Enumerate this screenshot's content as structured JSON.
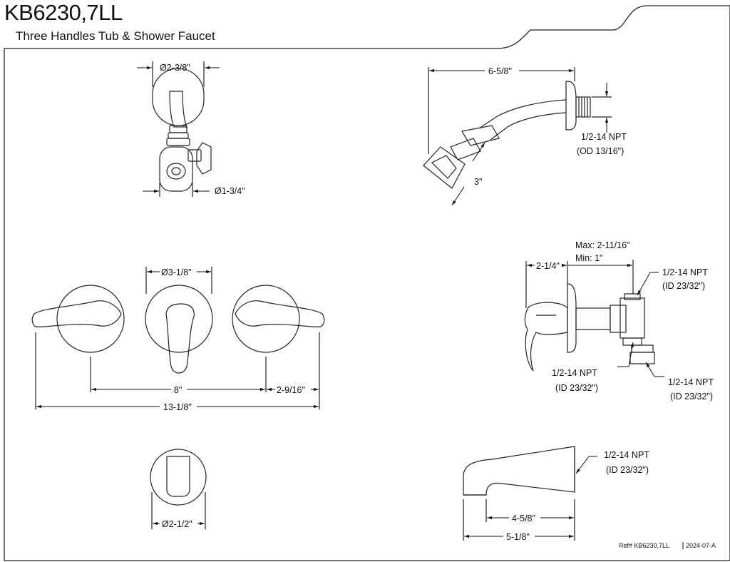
{
  "header": {
    "title": "KB6230,7LL",
    "subtitle": "Three Handles Tub & Shower Faucet"
  },
  "showerhead_front": {
    "flange_dia": "Ø2-3/8\"",
    "head_dia": "Ø1-3/4\""
  },
  "showerhead_side": {
    "arm_length": "6-5/8\"",
    "head_drop": "3\"",
    "thread_line1": "1/2-14 NPT",
    "thread_line2": "(OD 13/16\")"
  },
  "valve_side": {
    "max_depth": "Max: 2-11/16\"",
    "min_depth": "Min: 1\"",
    "handle_depth": "2-1/4\"",
    "top_port_line1": "1/2-14 NPT",
    "top_port_line2": "(ID 23/32\")",
    "left_port_line1": "1/2-14 NPT",
    "left_port_line2": "(ID 23/32\")",
    "bottom_port_line1": "1/2-14 NPT",
    "bottom_port_line2": "(ID 23/32\")"
  },
  "handles_front": {
    "escutcheon_dia": "Ø3-1/8\"",
    "center_spacing": "8\"",
    "handle_reach": "2-9/16\"",
    "overall_width": "13-1/8\""
  },
  "spout_front": {
    "spout_dia": "Ø2-1/2\""
  },
  "spout_side": {
    "thread_line1": "1/2-14 NPT",
    "thread_line2": "(ID 23/32\")",
    "spout_reach": "4-5/8\"",
    "overall_length": "5-1/8\""
  },
  "footer": {
    "ref": "Ref# KB6230,7LL",
    "date": "2024-07-A"
  }
}
